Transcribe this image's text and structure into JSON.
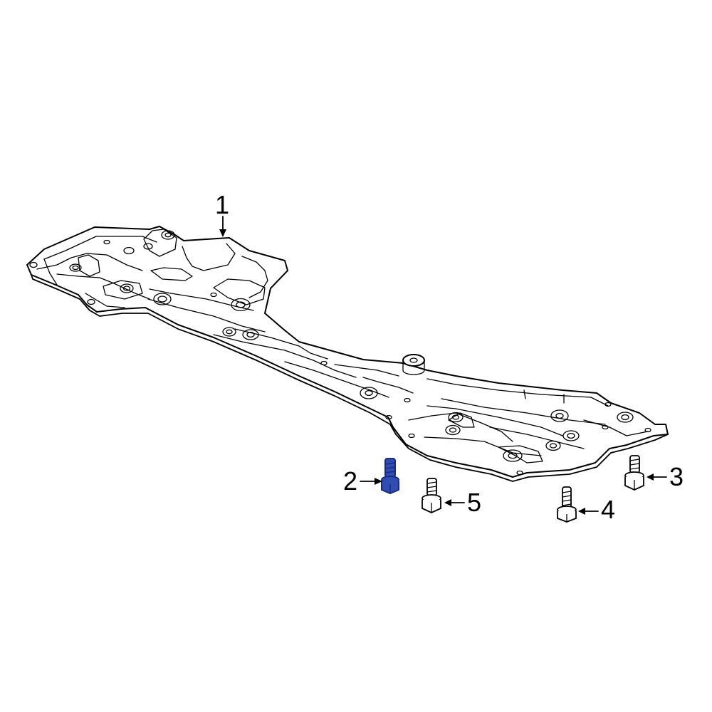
{
  "callouts": {
    "part1": "1",
    "part2": "2",
    "part3": "3",
    "part4": "4",
    "part5": "5"
  },
  "colors": {
    "highlight_part": "#2f4db3",
    "highlight_part_dark": "#1a2d7a",
    "line": "#000000",
    "background": "#ffffff"
  }
}
